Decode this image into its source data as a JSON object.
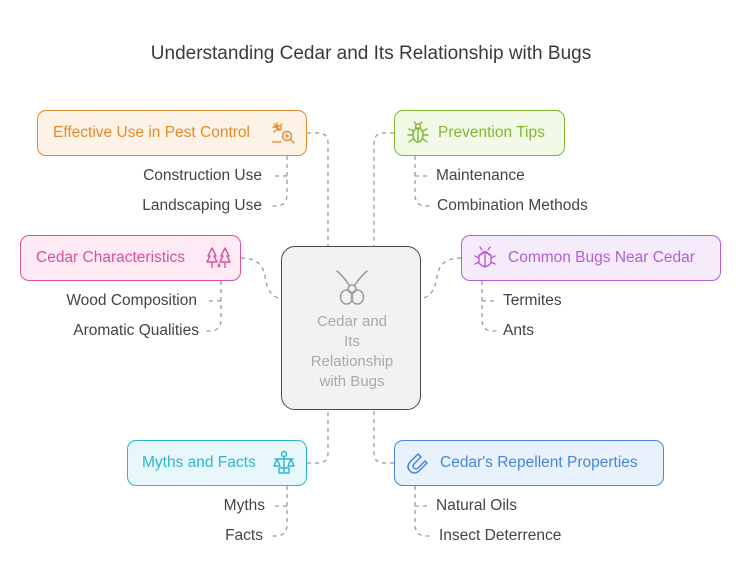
{
  "title": "Understanding Cedar and Its Relationship with Bugs",
  "center": {
    "lines": [
      "Cedar and",
      "Its",
      "Relationship",
      "with Bugs"
    ],
    "icon": "bug-antenna-icon"
  },
  "colors": {
    "pest": "#e38a2b",
    "prevention": "#7fb82f",
    "characteristics": "#d9519f",
    "common_bugs": "#b55ed8",
    "myths": "#2eb5d3",
    "repellent": "#4a86d9",
    "connector": "#9a9a9a"
  },
  "topics": {
    "pest_control": {
      "label": "Effective Use in Pest Control",
      "icon": "pest-search-icon",
      "subs": [
        "Construction Use",
        "Landscaping Use"
      ]
    },
    "prevention": {
      "label": "Prevention Tips",
      "icon": "bug-icon",
      "subs": [
        "Maintenance",
        "Combination Methods"
      ]
    },
    "characteristics": {
      "label": "Cedar Characteristics",
      "icon": "trees-icon",
      "subs": [
        "Wood Composition",
        "Aromatic Qualities"
      ]
    },
    "common_bugs": {
      "label": "Common Bugs Near Cedar",
      "icon": "beetle-icon",
      "subs": [
        "Termites",
        "Ants"
      ]
    },
    "myths": {
      "label": "Myths and Facts",
      "icon": "scales-person-icon",
      "subs": [
        "Myths",
        "Facts"
      ]
    },
    "repellent": {
      "label": "Cedar's Repellent Properties",
      "icon": "magnet-icon",
      "subs": [
        "Natural Oils",
        "Insect Deterrence"
      ]
    }
  }
}
